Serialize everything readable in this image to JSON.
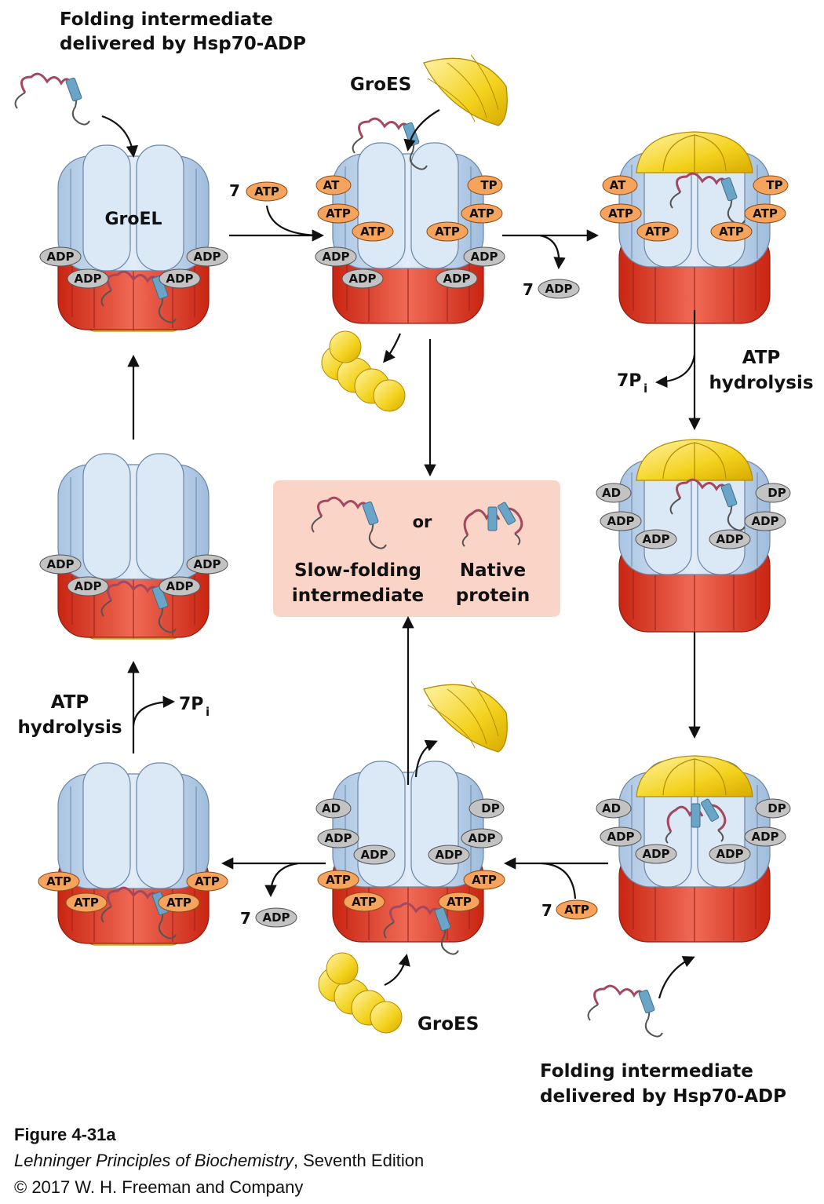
{
  "labels": {
    "folding_intermediate": "Folding intermediate",
    "delivered_by": "delivered by Hsp70-ADP",
    "groes": "GroES",
    "groel": "GroEL",
    "seven": "7",
    "atp": "ATP",
    "adp": "ADP",
    "seven_pi": "7P",
    "pi_sub": "i",
    "atp_hydrolysis_1": "ATP",
    "atp_hydrolysis_2": "hydrolysis",
    "or": "or",
    "slow_folding_1": "Slow-folding",
    "slow_folding_2": "intermediate",
    "native_1": "Native",
    "native_2": "protein",
    "at_partial": "AT",
    "tp_partial": "TP",
    "ad_partial": "AD",
    "dp_partial": "DP"
  },
  "caption": {
    "figure": "Figure 4-31a",
    "book_title": "Lehninger Principles of Biochemistry",
    "book_edition": ", Seventh Edition",
    "copyright": "© 2017 W. H. Freeman and Company"
  },
  "colors": {
    "groel_cis": "#c4daf0",
    "groel_trans": "#e8402c",
    "groes": "#f3d21d",
    "atp_pill": "#f6a35e",
    "adp_pill": "#c3c3c3",
    "outcome_box": "#fbd4c8",
    "helix": "#a5475e",
    "strand": "#6aa4c6"
  }
}
